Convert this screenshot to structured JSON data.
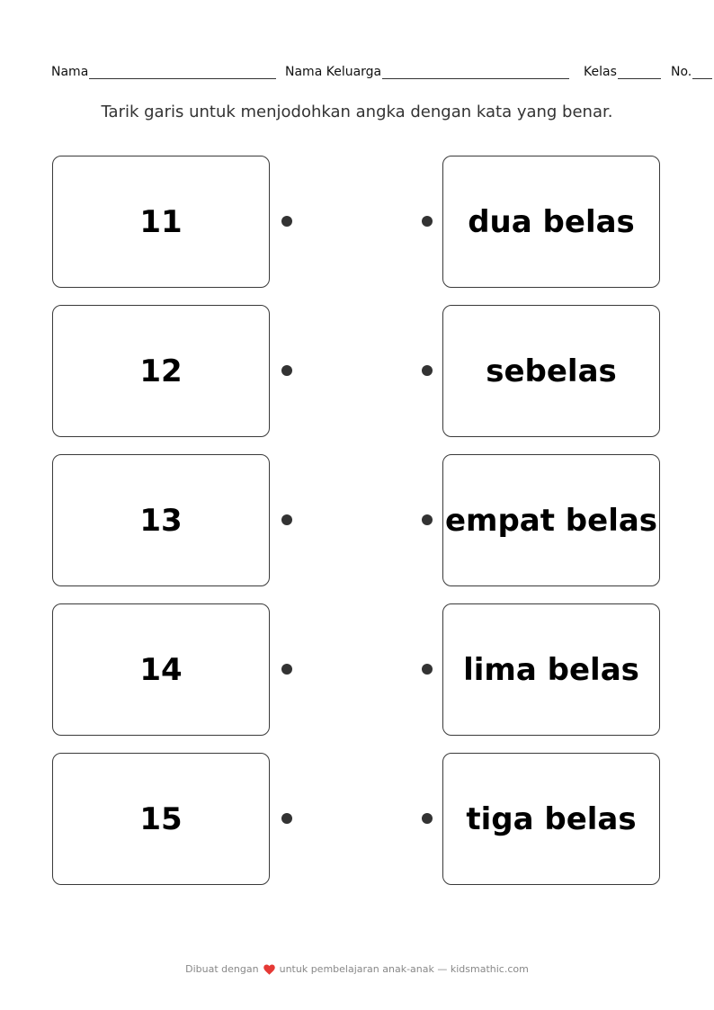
{
  "header": {
    "name_label": "Nama",
    "family_name_label": "Nama Keluarga",
    "class_label": "Kelas",
    "number_label": "No."
  },
  "instruction": "Tarik garis untuk menjodohkan angka dengan kata yang benar.",
  "left_items": [
    {
      "text": "11"
    },
    {
      "text": "12"
    },
    {
      "text": "13"
    },
    {
      "text": "14"
    },
    {
      "text": "15"
    }
  ],
  "right_items": [
    {
      "text": "dua belas"
    },
    {
      "text": "sebelas"
    },
    {
      "text": "empat belas"
    },
    {
      "text": "lima belas"
    },
    {
      "text": "tiga belas"
    }
  ],
  "footer": {
    "before_heart": "Dibuat dengan",
    "heart_icon": "heart-icon",
    "heart_color": "#e53935",
    "after_heart": "untuk pembelajaran anak-anak — kidsmathic.com"
  }
}
